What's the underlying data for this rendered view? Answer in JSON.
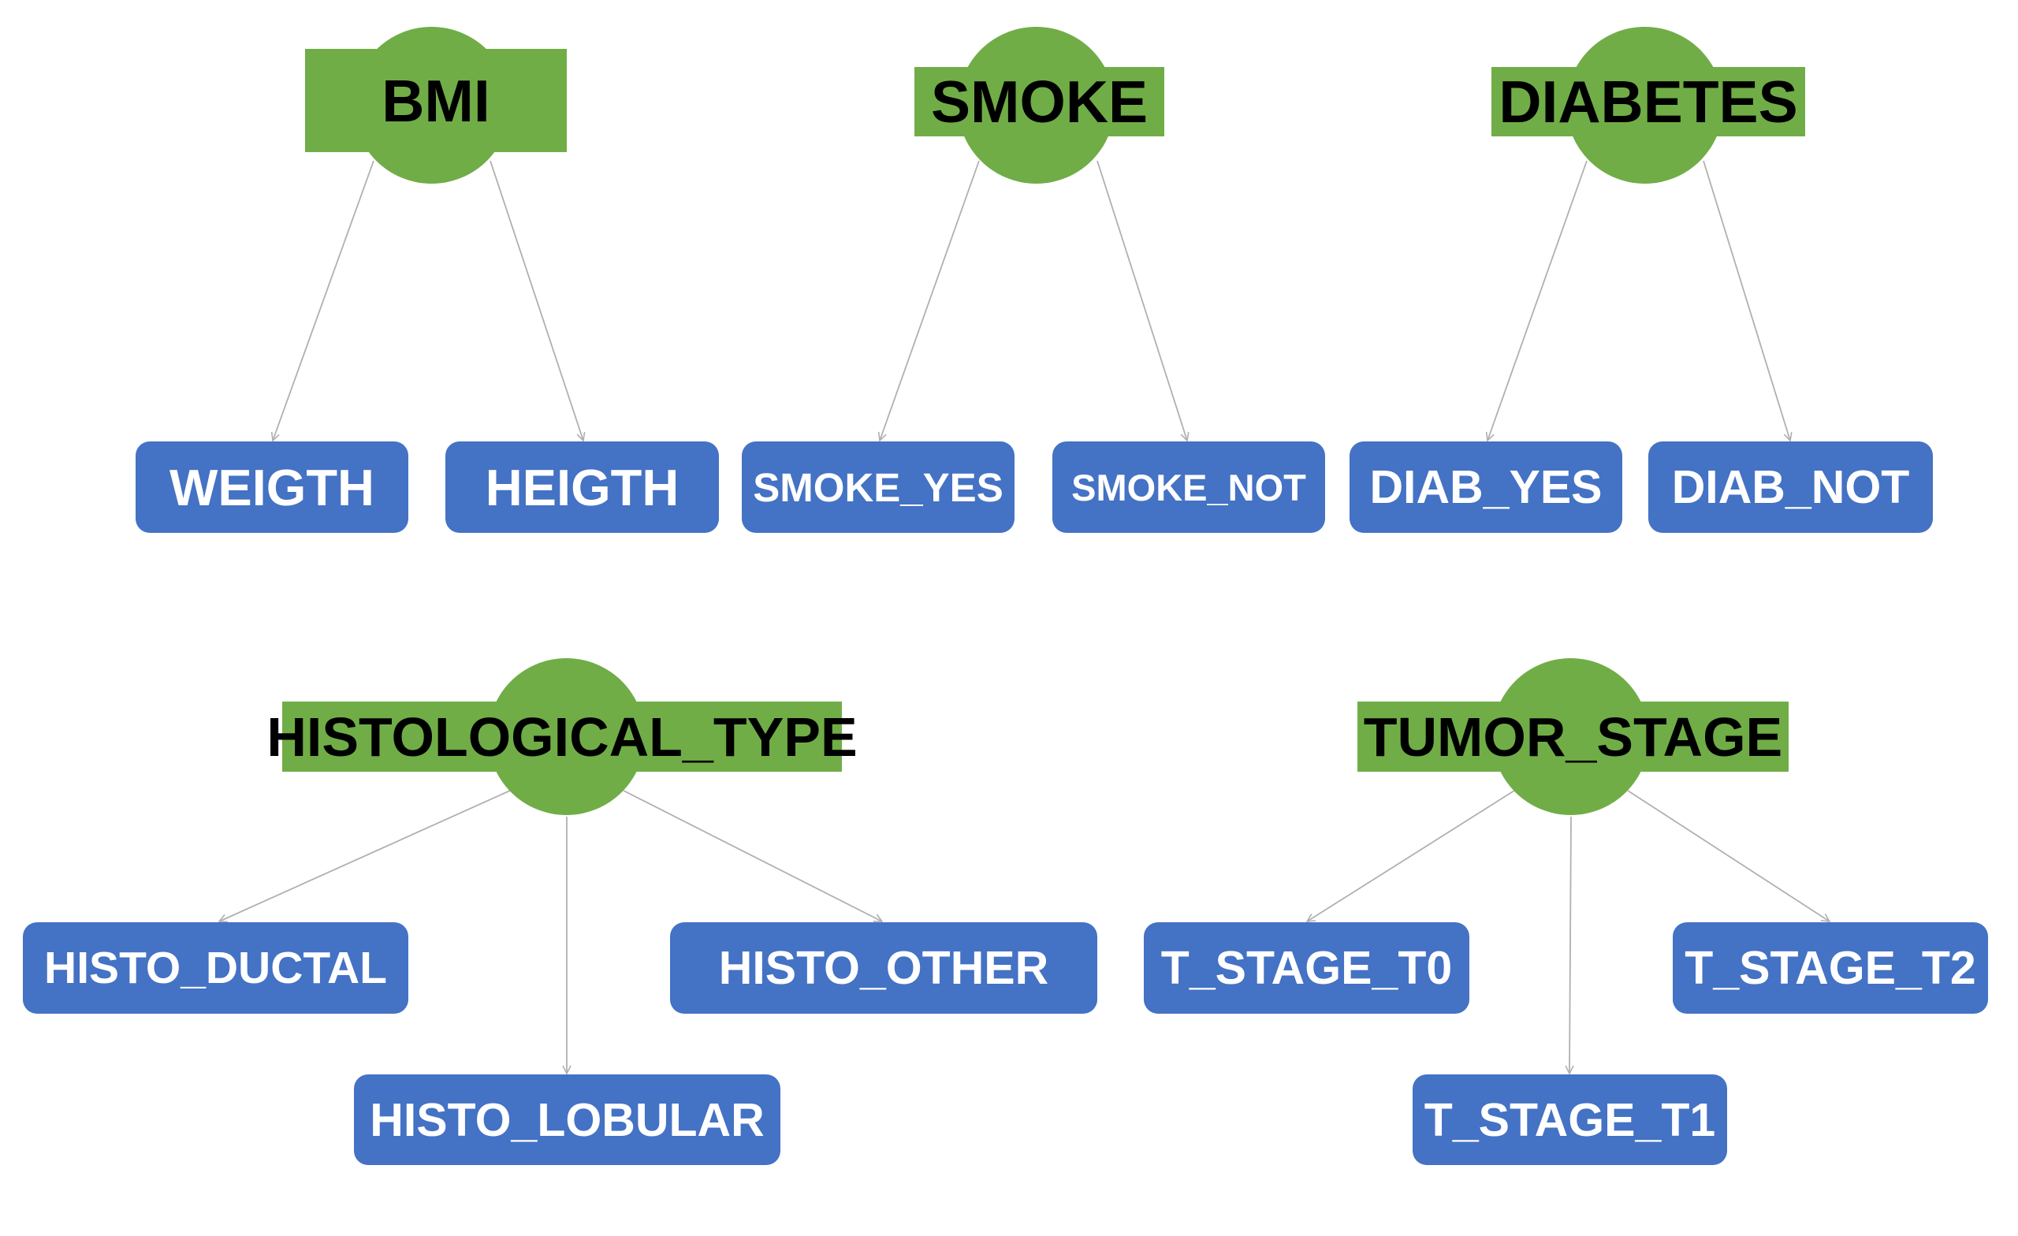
{
  "colors": {
    "parent_fill": "#70ad47",
    "child_fill": "#4472c4",
    "edge": "#b0b0b0",
    "parent_text": "#000000",
    "child_text": "#ffffff"
  },
  "trees": [
    {
      "parent": {
        "label": "BMI"
      },
      "children": [
        {
          "label": "WEIGTH"
        },
        {
          "label": "HEIGTH"
        }
      ]
    },
    {
      "parent": {
        "label": "SMOKE"
      },
      "children": [
        {
          "label": "SMOKE_YES"
        },
        {
          "label": "SMOKE_NOT"
        }
      ]
    },
    {
      "parent": {
        "label": "DIABETES"
      },
      "children": [
        {
          "label": "DIAB_YES"
        },
        {
          "label": "DIAB_NOT"
        }
      ]
    },
    {
      "parent": {
        "label": "HISTOLOGICAL_TYPE"
      },
      "children": [
        {
          "label": "HISTO_DUCTAL"
        },
        {
          "label": "HISTO_LOBULAR"
        },
        {
          "label": "HISTO_OTHER"
        }
      ]
    },
    {
      "parent": {
        "label": "TUMOR_STAGE"
      },
      "children": [
        {
          "label": "T_STAGE_T0"
        },
        {
          "label": "T_STAGE_T1"
        },
        {
          "label": "T_STAGE_T2"
        }
      ]
    }
  ]
}
